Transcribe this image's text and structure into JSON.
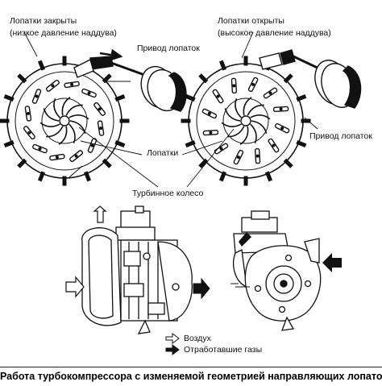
{
  "labels": {
    "closed_title": "Лопатки закрыты",
    "closed_sub": "(низкое давление наддува)",
    "open_title": "Лопатки открыты",
    "open_sub": "(высокое давление наддува)",
    "actuator_left": "Привод лопаток",
    "actuator_right": "Привод лопаток",
    "vanes": "Лопатки",
    "turbine_wheel": "Турбинное колесо"
  },
  "legend": {
    "air": "Воздух",
    "exhaust": "Отработавшие газы"
  },
  "caption": "Работа турбокомпрессора с изменяемой геометрией направляющих лопаток.",
  "colors": {
    "ink": "#111111",
    "background": "#ffffff"
  }
}
